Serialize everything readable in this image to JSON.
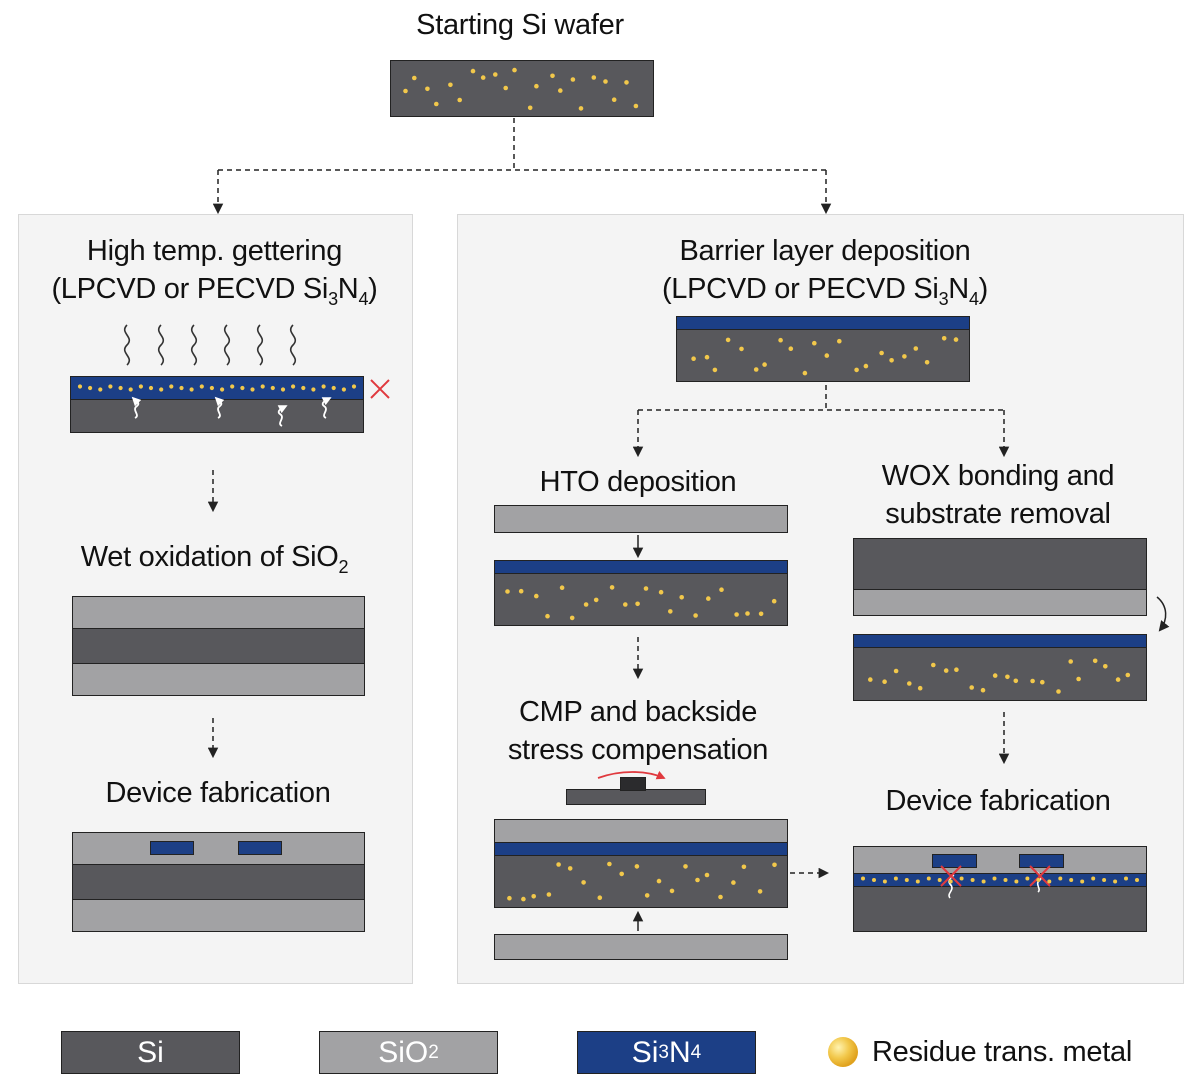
{
  "titles": {
    "start": "Starting Si wafer",
    "gettering_line1": "High temp. gettering",
    "gettering_line2": "(LPCVD or PECVD Si",
    "barrier_line1": "Barrier layer deposition",
    "barrier_line2": "(LPCVD or PECVD Si",
    "sub3": "3",
    "n": "N",
    "sub4": "4",
    "close": ")",
    "wet_ox": "Wet oxidation of SiO",
    "sub2": "2",
    "device_left": "Device fabrication",
    "hto": "HTO deposition",
    "wox_line1": "WOX bonding and",
    "wox_line2": "substrate removal",
    "cmp_line1": "CMP and backside",
    "cmp_line2": "stress compensation",
    "device_right": "Device fabrication"
  },
  "legend": {
    "si": "Si",
    "sio2": "SiO",
    "sio2_sub": "2",
    "sin": "Si",
    "sin_sub3": "3",
    "sin_n": "N",
    "sin_sub4": "4",
    "metal": "Residue trans. metal"
  },
  "colors": {
    "si": "#58585c",
    "sio2": "#a2a2a4",
    "si3n4": "#1c3f86",
    "metal": "#f2c84b",
    "cross": "#e0393e"
  }
}
